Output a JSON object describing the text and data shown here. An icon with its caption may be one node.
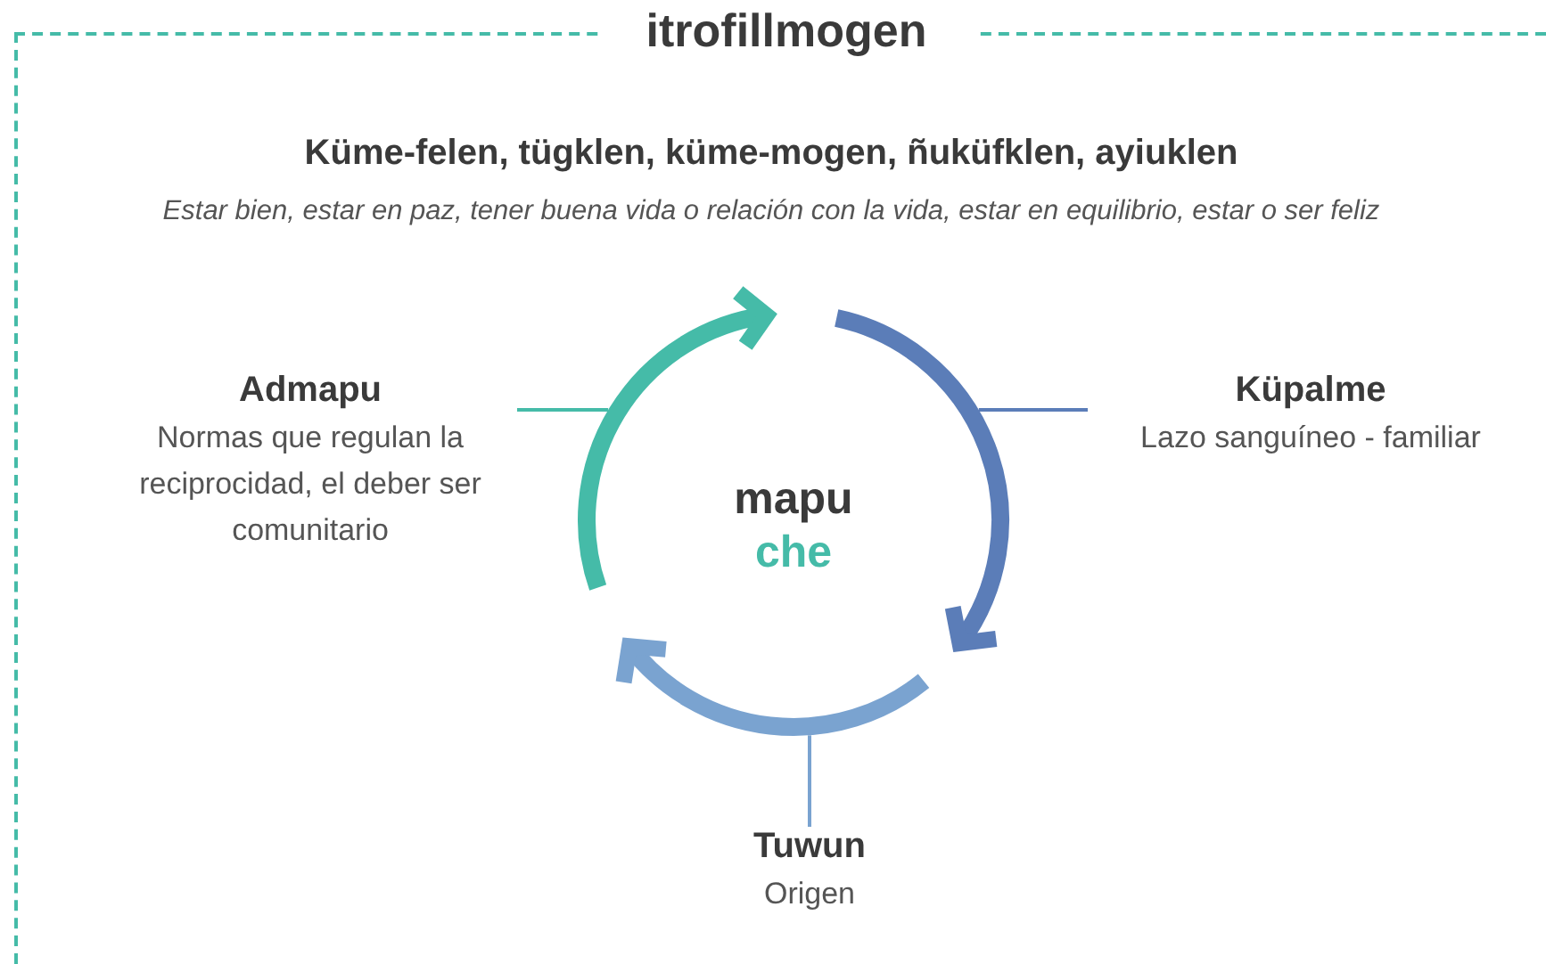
{
  "diagram": {
    "nodes": [
      {
        "text": [
          "itrofillmogen"
        ]
      },
      {
        "text": [
          "Küme-felen, tügklen, küme-mogen, ñuküfklen, ayiuklen",
          "Estar bien, estar en paz, tener buena vida o relación con la vida, estar en equilibrio, estar o ser feliz"
        ],
        "in": 0
      },
      {
        "text": [
          "Admapu",
          "Normas que regulan la reciprocidad, el deber ser comunitario"
        ],
        "in": 0
      },
      {
        "text": [
          "Küpalme",
          "Lazo sanguíneo - familiar"
        ],
        "in": 0
      },
      {
        "text": [],
        "shape": "circle",
        "in": 0
      },
      {
        "text": [
          "Tuwun",
          "Origen"
        ],
        "in": 0
      }
    ],
    "edges": [
      {
        "from": 2,
        "to": 4,
        "arrow": "none",
        "color": "#45bba8"
      },
      {
        "from": 3,
        "to": 4,
        "arrow": "none",
        "color": "#5b7db8"
      },
      {
        "from": 5,
        "to": 4,
        "arrow": "none",
        "color": "#7aa3d0"
      }
    ],
    "labels": [
      "mapu",
      "che"
    ]
  }
}
